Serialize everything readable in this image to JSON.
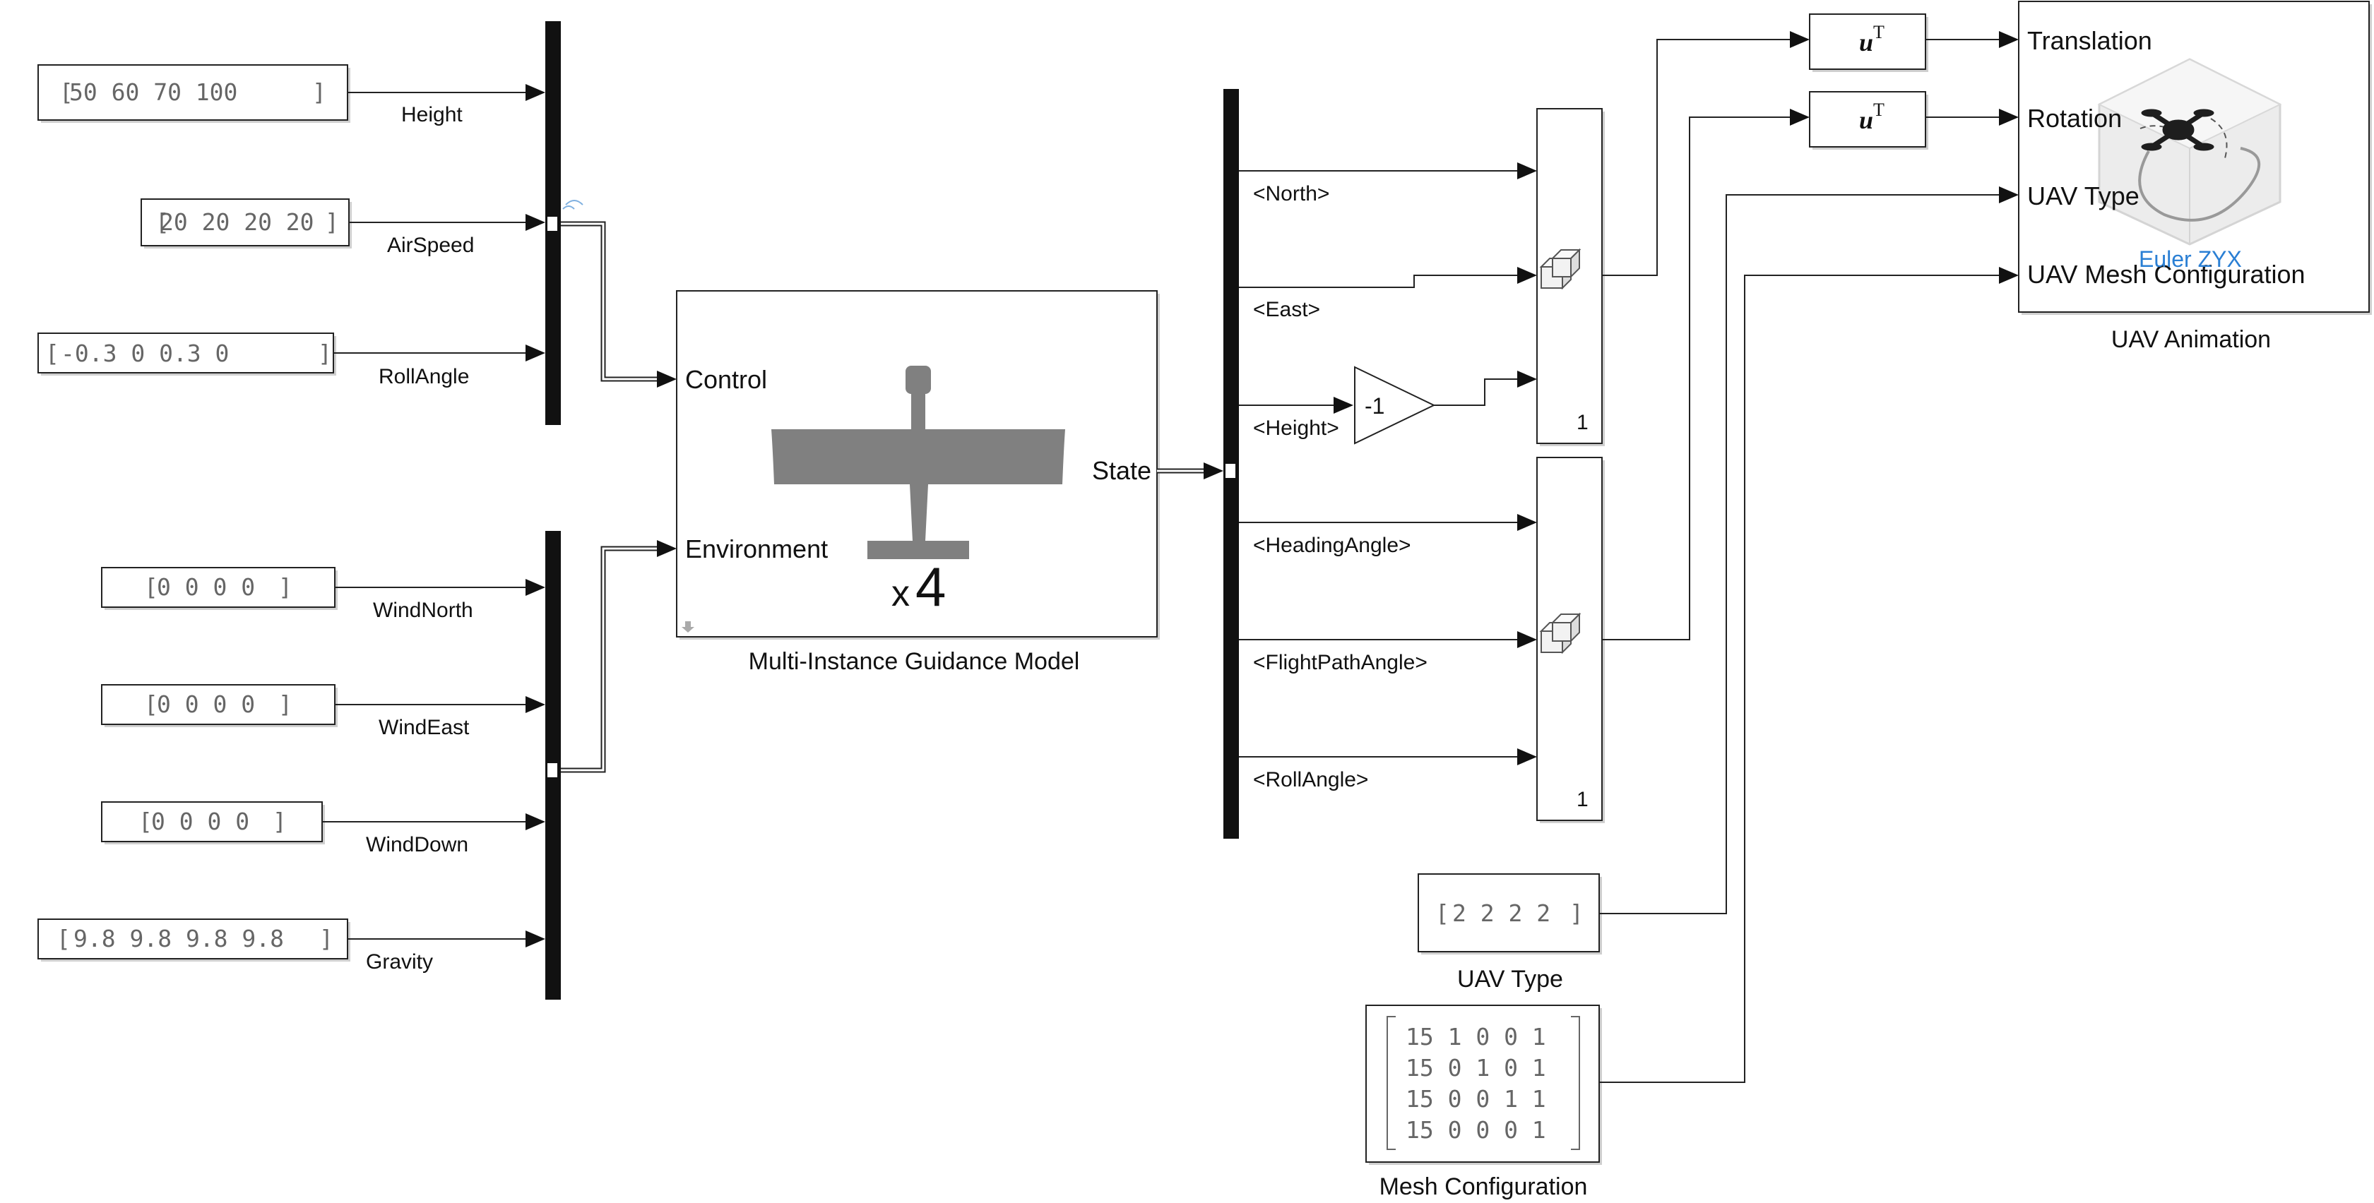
{
  "constants": {
    "height": "50  60  70 100",
    "airspeed": "20 20 20 20",
    "rollangle": "-0.3   0 0.3   0",
    "windnorth": "0 0 0 0",
    "windeast": "0 0 0 0",
    "winddown": "0 0 0 0",
    "gravity": "9.8 9.8 9.8 9.8",
    "uavtype": "2 2 2 2",
    "mesh_rows": [
      "15 1 0 0 1",
      "15 0 1 0 1",
      "15 0 0 1 1",
      "15 0 0 0 1"
    ]
  },
  "signals": {
    "height": "Height",
    "airspeed": "AirSpeed",
    "rollangle": "RollAngle",
    "windnorth": "WindNorth",
    "windeast": "WindEast",
    "winddown": "WindDown",
    "gravity": "Gravity"
  },
  "guidance": {
    "control": "Control",
    "environment": "Environment",
    "state": "State",
    "multiplier_x": "x",
    "multiplier_n": "4",
    "name": "Multi-Instance Guidance Model"
  },
  "selector": {
    "north": "<North>",
    "east": "<East>",
    "height": "<Height>",
    "heading": "<HeadingAngle>",
    "flightpath": "<FlightPathAngle>",
    "roll": "<RollAngle>"
  },
  "gain": {
    "value": "-1"
  },
  "concat": {
    "dim1": "1",
    "dim2": "1"
  },
  "transpose": {
    "u": "u",
    "t": "T"
  },
  "animation": {
    "translation": "Translation",
    "rotation": "Rotation",
    "uavtype": "UAV Type",
    "mesh": "UAV Mesh Configuration",
    "euler": "Euler ZYX",
    "name": "UAV Animation"
  },
  "labels": {
    "uavtype_block": "UAV Type",
    "mesh_block": "Mesh Configuration"
  },
  "colors": {
    "accent": "#2a7fd4",
    "plane": "#808080",
    "line": "#222222"
  }
}
